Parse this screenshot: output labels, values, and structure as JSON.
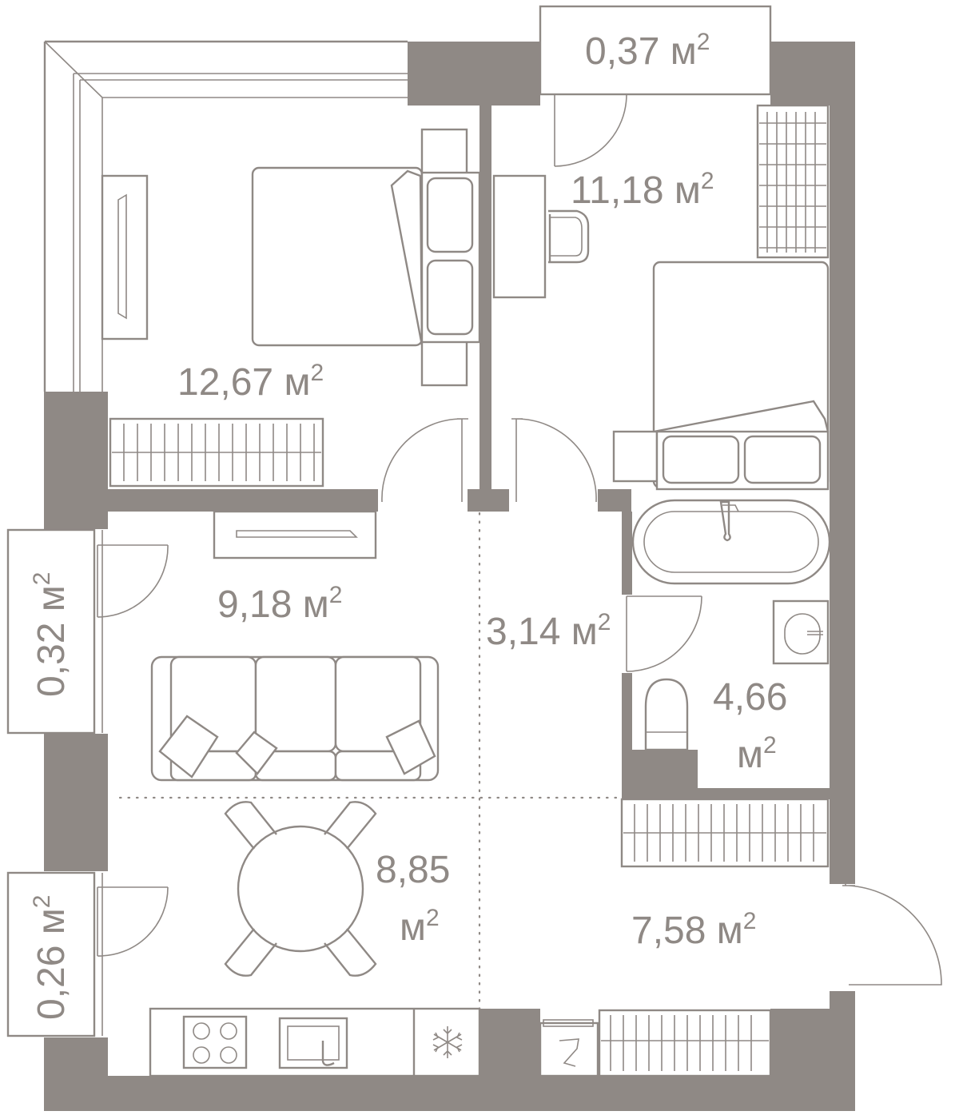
{
  "colors": {
    "wall": "#8f8985",
    "line": "#8f8985",
    "text": "#8f8985",
    "background": "#ffffff"
  },
  "rooms": {
    "balcony_top": {
      "num": "0,37",
      "unit": "м",
      "exp": "2"
    },
    "bedroom_right": {
      "num": "11,18",
      "unit": "м",
      "exp": "2"
    },
    "bedroom_left": {
      "num": "12,67",
      "unit": "м",
      "exp": "2"
    },
    "living": {
      "num": "9,18",
      "unit": "м",
      "exp": "2"
    },
    "hall_inner": {
      "num": "3,14",
      "unit": "м",
      "exp": "2"
    },
    "bathroom": {
      "num": "4,66",
      "unit": "м",
      "exp": "2"
    },
    "dining": {
      "num": "8,85",
      "unit": "м",
      "exp": "2"
    },
    "entrance": {
      "num": "7,58",
      "unit": "м",
      "exp": "2"
    },
    "balcony_left_1": {
      "num": "0,32",
      "unit": "м",
      "exp": "2"
    },
    "balcony_left_2": {
      "num": "0,26",
      "unit": "м",
      "exp": "2"
    }
  },
  "icons": {
    "freezer": "snowflake-icon"
  }
}
